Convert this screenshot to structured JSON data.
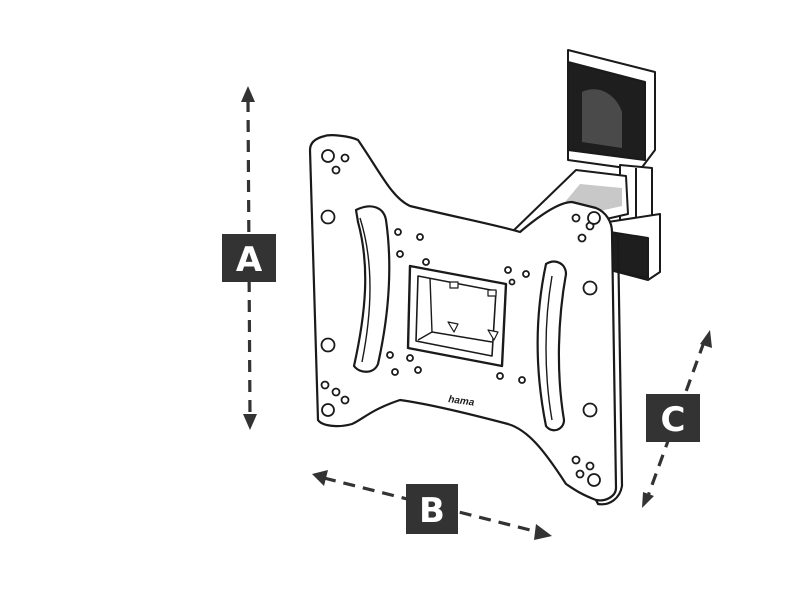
{
  "diagram": {
    "subject": "tv-wall-mount-bracket",
    "brand_text": "hama",
    "dimensions": [
      {
        "id": "A",
        "label": "A"
      },
      {
        "id": "B",
        "label": "B"
      },
      {
        "id": "C",
        "label": "C"
      }
    ],
    "colors": {
      "line": "#1a1a1a",
      "label_box": "#333333",
      "label_text": "#ffffff",
      "mount_fill": "#ffffff",
      "arm_shade": "#c8c8c8",
      "dark_part": "#1e1e1e"
    }
  }
}
